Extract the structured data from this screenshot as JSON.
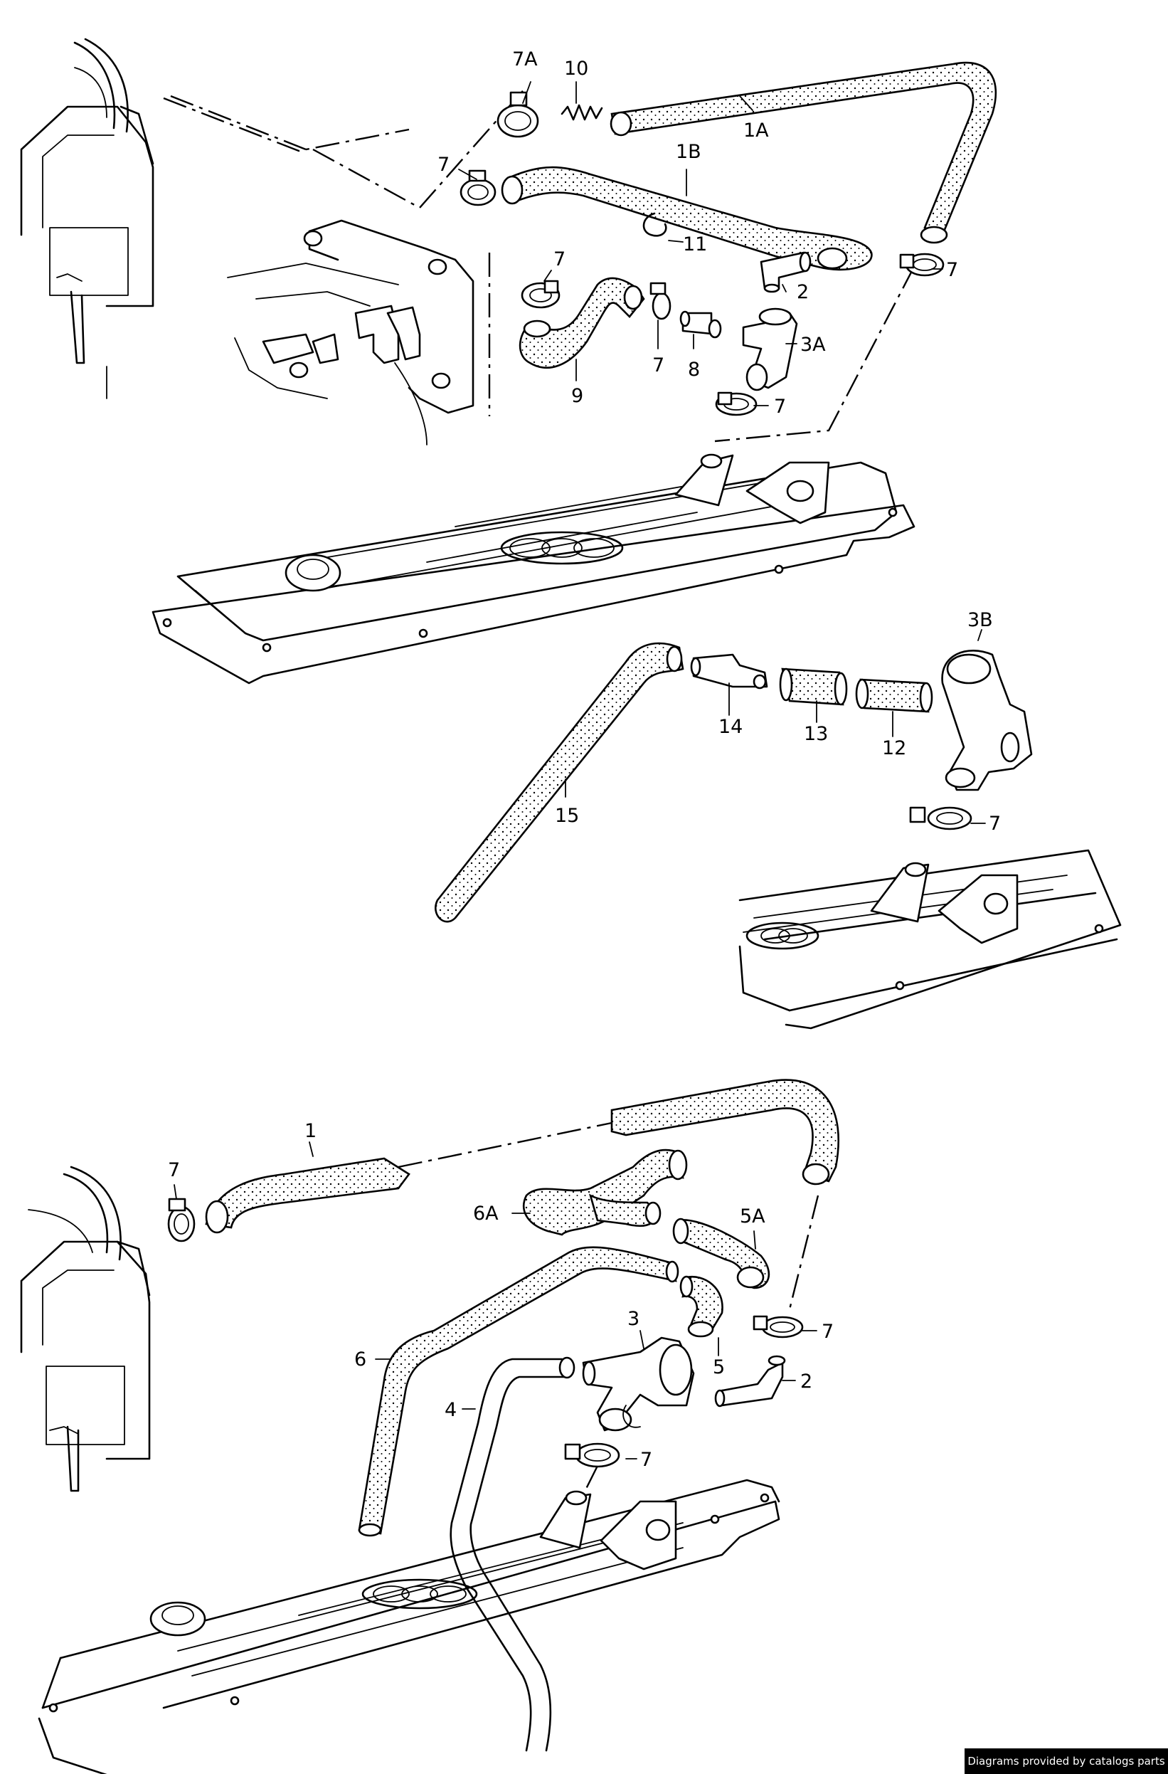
{
  "diagram": {
    "labels": {
      "p7A": "7A",
      "p10": "10",
      "p1A": "1A",
      "p1B": "1B",
      "p7_top_left": "7",
      "p11": "11",
      "p7_upper_mid": "7",
      "p2_upper": "2",
      "p7_upper_right": "7",
      "p3A": "3A",
      "p9": "9",
      "p7_below_9": "7",
      "p8": "8",
      "p7_below_3A": "7",
      "p3B": "3B",
      "p14": "14",
      "p13": "13",
      "p12": "12",
      "p15": "15",
      "p7_mid_right": "7",
      "p1": "1",
      "p7_lower_left": "7",
      "p5A": "5A",
      "p6A": "6A",
      "p3": "3",
      "p6": "6",
      "p5": "5",
      "p7_lower_right": "7",
      "p2_lower": "2",
      "p4": "4",
      "p7_lower_mid": "7"
    }
  },
  "footer": {
    "credit": "Diagrams provided by catalogs parts"
  }
}
